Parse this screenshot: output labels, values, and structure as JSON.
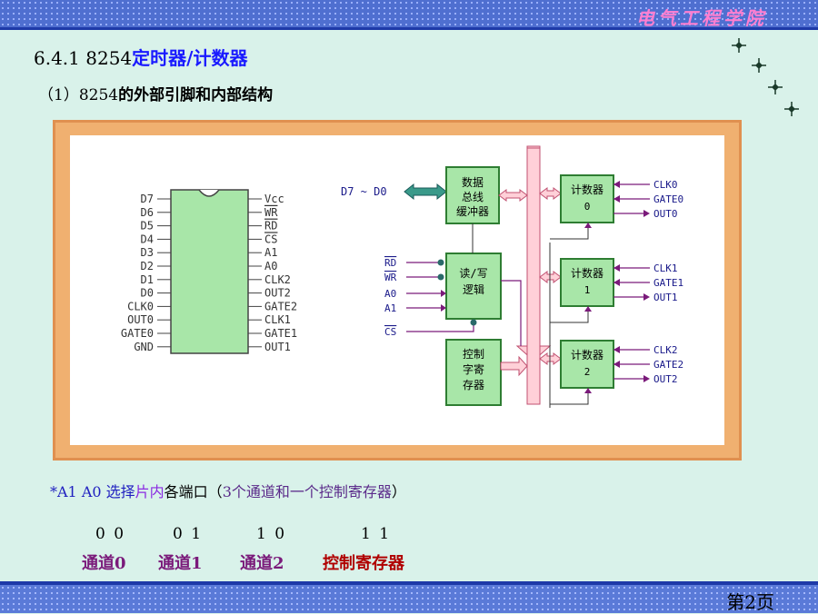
{
  "header": {
    "college": "电气工程学院",
    "section_number": "6.4.1  8254",
    "section_title": "定时器/计数器",
    "subtitle_prefix": "（1）8254",
    "subtitle_bold": "的外部引脚和内部结构"
  },
  "chip": {
    "left_pins": [
      "D7",
      "D6",
      "D5",
      "D4",
      "D3",
      "D2",
      "D1",
      "D0",
      "CLK0",
      "OUT0",
      "GATE0",
      "GND"
    ],
    "right_pins": [
      "Vcc",
      "WR",
      "RD",
      "CS",
      "A1",
      "A0",
      "CLK2",
      "OUT2",
      "GATE2",
      "CLK1",
      "GATE1",
      "OUT1"
    ]
  },
  "block_diagram": {
    "data_bus_label": "D7 ~ D0",
    "buffer": [
      "数据",
      "总线",
      "缓冲器"
    ],
    "rw_logic": [
      "读/写",
      "逻辑"
    ],
    "control_reg": [
      "控制",
      "字寄",
      "存器"
    ],
    "rw_inputs": [
      "RD",
      "WR",
      "A0",
      "A1",
      "CS"
    ],
    "counters": [
      {
        "title": "计数器",
        "index": "0",
        "clk": "CLK0",
        "gate": "GATE0",
        "out": "OUT0"
      },
      {
        "title": "计数器",
        "index": "1",
        "clk": "CLK1",
        "gate": "GATE1",
        "out": "OUT1"
      },
      {
        "title": "计数器",
        "index": "2",
        "clk": "CLK2",
        "gate": "GATE2",
        "out": "OUT2"
      }
    ]
  },
  "note": {
    "prefix": "*A1 A0  选择",
    "part1": "片内",
    "part2": "各端口（",
    "part3": "3个通道和一个控制寄存器",
    "part4": "）"
  },
  "codes": [
    "0 0",
    "0 1",
    "1 0",
    "1 1"
  ],
  "channels": [
    "通道0",
    "通道1",
    "通道2",
    "控制寄存器"
  ],
  "footer": {
    "page": "第2页"
  },
  "colors": {
    "accent_blue": "#1a1aff",
    "block_fill": "#a8e6a8",
    "block_border": "#2e7d32",
    "bus_fill": "#ffd0d8",
    "frame": "#f0b070"
  }
}
